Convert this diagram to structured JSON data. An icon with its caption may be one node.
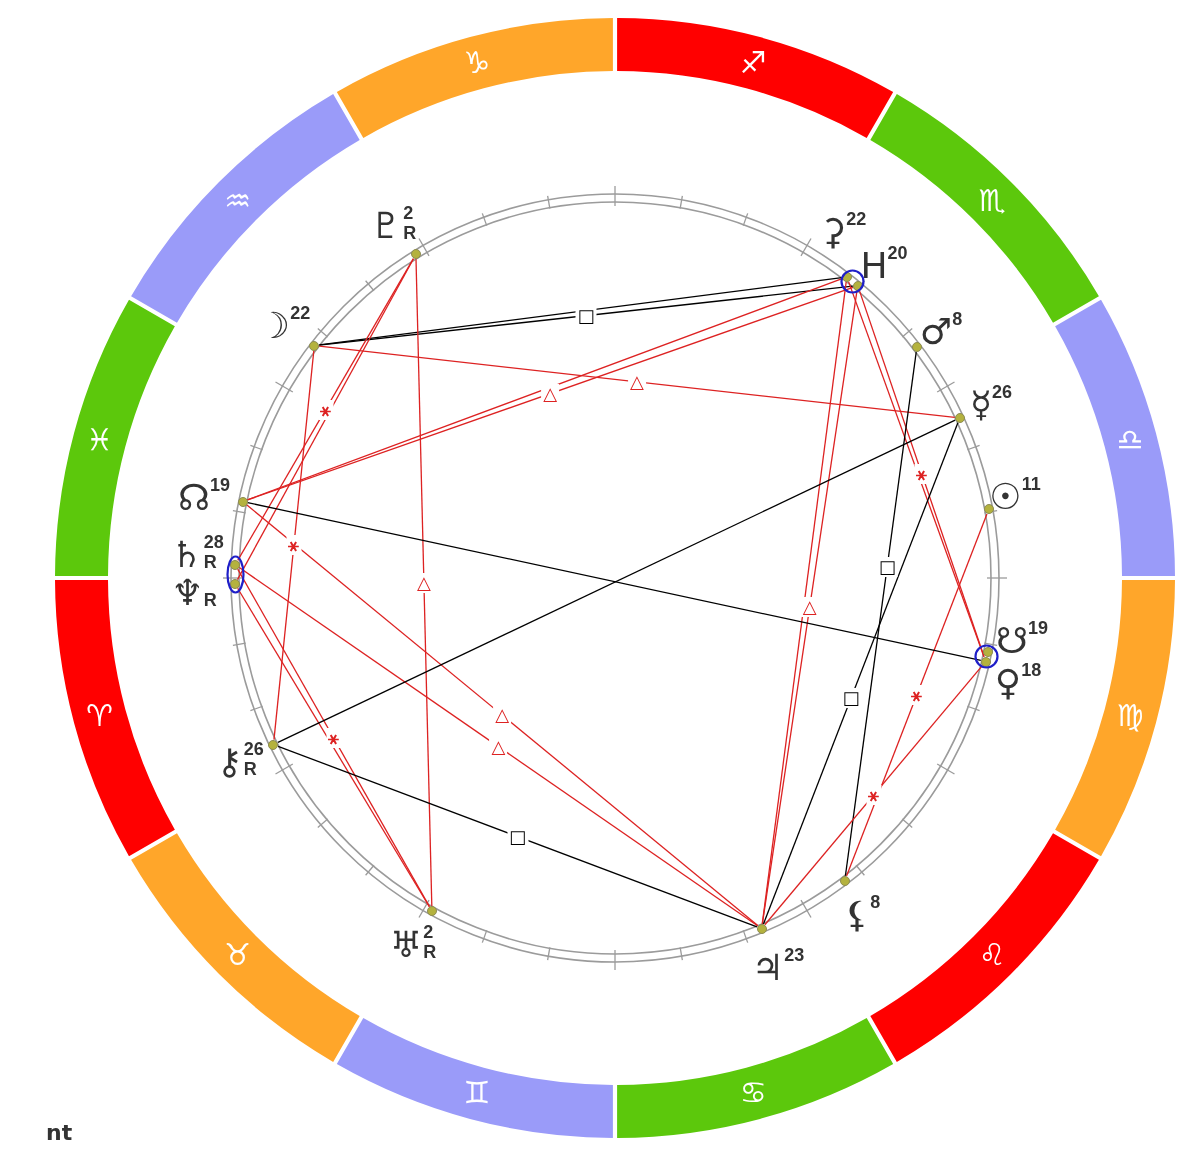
{
  "diagram": {
    "nodes": [
      {
        "text": [
          "♈"
        ]
      },
      {
        "text": [
          "♉"
        ]
      },
      {
        "text": [
          "♊"
        ]
      },
      {
        "text": [
          "♋"
        ]
      },
      {
        "text": [
          "♌"
        ]
      },
      {
        "text": [
          "♍"
        ]
      },
      {
        "text": [
          "♎"
        ]
      },
      {
        "text": [
          "♏"
        ]
      },
      {
        "text": [
          "♐"
        ]
      },
      {
        "text": [
          "♑"
        ]
      },
      {
        "text": [
          "♒"
        ]
      },
      {
        "text": [
          "♓"
        ]
      },
      {
        "text": [],
        "shape": "circle",
        "beside": [
          "♇$^{2}$$_{R}$"
        ]
      },
      {
        "text": [],
        "shape": "circle",
        "beside": [
          "⚳$^{22}$"
        ]
      },
      {
        "text": [],
        "shape": "circle",
        "beside": [
          "H$^{20}$"
        ]
      },
      {
        "text": [],
        "shape": "circle",
        "beside": [
          "☽$^{22}$"
        ]
      },
      {
        "text": [],
        "shape": "circle",
        "beside": [
          "♂$^{8}$"
        ]
      },
      {
        "text": [],
        "shape": "circle",
        "beside": [
          "☿$^{26}$"
        ]
      },
      {
        "text": [],
        "shape": "circle",
        "beside": [
          "☊$^{19}$"
        ]
      },
      {
        "text": [],
        "shape": "circle",
        "beside": [
          "☉$^{11}$"
        ]
      },
      {
        "text": [],
        "shape": "circle",
        "beside": [
          "♄$^{28}$$_{R}$"
        ]
      },
      {
        "text": [],
        "shape": "circle",
        "beside": [
          "♆$_{R}$"
        ]
      },
      {
        "text": [],
        "shape": "circle",
        "beside": [
          "♀$^{18}$"
        ]
      },
      {
        "text": [],
        "shape": "circle",
        "beside": [
          "☋$^{19}$"
        ]
      },
      {
        "text": [],
        "shape": "circle",
        "beside": [
          "⚷$^{26}$$_{R}$"
        ]
      },
      {
        "text": [],
        "shape": "circle",
        "beside": [
          "⚸$^{8}$"
        ]
      },
      {
        "text": [],
        "shape": "circle",
        "beside": [
          "♅$^{2}$$_{R}$"
        ]
      },
      {
        "text": [],
        "shape": "circle",
        "beside": [
          "♃$^{23}$"
        ]
      }
    ],
    "edges": [
      {
        "from": 15,
        "to": 14,
        "arrow": "none",
        "label": "□",
        "color": "#000000"
      },
      {
        "from": 15,
        "to": 13,
        "arrow": "none",
        "color": "#000000"
      },
      {
        "from": 18,
        "to": 14,
        "arrow": "none",
        "label": "△"
      },
      {
        "from": 18,
        "to": 13,
        "arrow": "none"
      },
      {
        "from": 15,
        "to": 17,
        "arrow": "none",
        "label": "△"
      },
      {
        "from": 12,
        "to": 20,
        "arrow": "none",
        "label": "⚹"
      },
      {
        "from": 12,
        "to": 21,
        "arrow": "none"
      },
      {
        "from": 14,
        "to": 22,
        "arrow": "none",
        "label": "⚹"
      },
      {
        "from": 13,
        "to": 22,
        "arrow": "none"
      },
      {
        "from": 15,
        "to": 24,
        "arrow": "none",
        "label": "⚹"
      },
      {
        "from": 12,
        "to": 26,
        "arrow": "none",
        "label": "△"
      },
      {
        "from": 14,
        "to": 27,
        "arrow": "none",
        "label": "△"
      },
      {
        "from": 13,
        "to": 27,
        "arrow": "none"
      },
      {
        "from": 16,
        "to": 25,
        "arrow": "none",
        "label": "□",
        "color": "#000000"
      },
      {
        "from": 17,
        "to": 27,
        "arrow": "none",
        "label": "□",
        "color": "#000000"
      },
      {
        "from": 19,
        "to": 25,
        "arrow": "none",
        "label": "⚹"
      },
      {
        "from": 18,
        "to": 27,
        "arrow": "none",
        "label": "△"
      },
      {
        "from": 20,
        "to": 27,
        "arrow": "none",
        "label": "△"
      },
      {
        "from": 20,
        "to": 26,
        "arrow": "none",
        "label": "⚹"
      },
      {
        "from": 21,
        "to": 26,
        "arrow": "none"
      },
      {
        "from": 22,
        "to": 27,
        "arrow": "none",
        "label": "⚹"
      },
      {
        "from": 24,
        "to": 27,
        "arrow": "none",
        "label": "□",
        "color": "#000000"
      },
      {
        "from": 18,
        "to": 22,
        "arrow": "none",
        "color": "#000000"
      },
      {
        "from": 24,
        "to": 17,
        "arrow": "none",
        "color": "#000000"
      }
    ],
    "labels": [
      "nt"
    ]
  }
}
